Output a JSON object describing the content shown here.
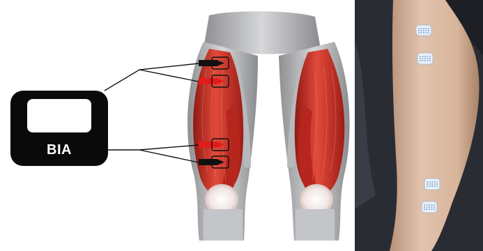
{
  "device": {
    "label": "BIA"
  },
  "colors": {
    "device_body": "#0a0a0a",
    "electrode_black": "#111111",
    "electrode_red": "#e31b1b",
    "muscle_red": "#d8342a",
    "skin": "#d9b7a0",
    "background_dark": "#2a2c33"
  },
  "electrodes": {
    "upper": [
      {
        "color": "black",
        "icon": "electrode-black"
      },
      {
        "color": "red",
        "icon": "electrode-red"
      }
    ],
    "lower": [
      {
        "color": "red",
        "icon": "electrode-red"
      },
      {
        "color": "black",
        "icon": "electrode-black"
      }
    ]
  },
  "photo": {
    "patch_count": 4,
    "icon": "electrode-patch"
  }
}
